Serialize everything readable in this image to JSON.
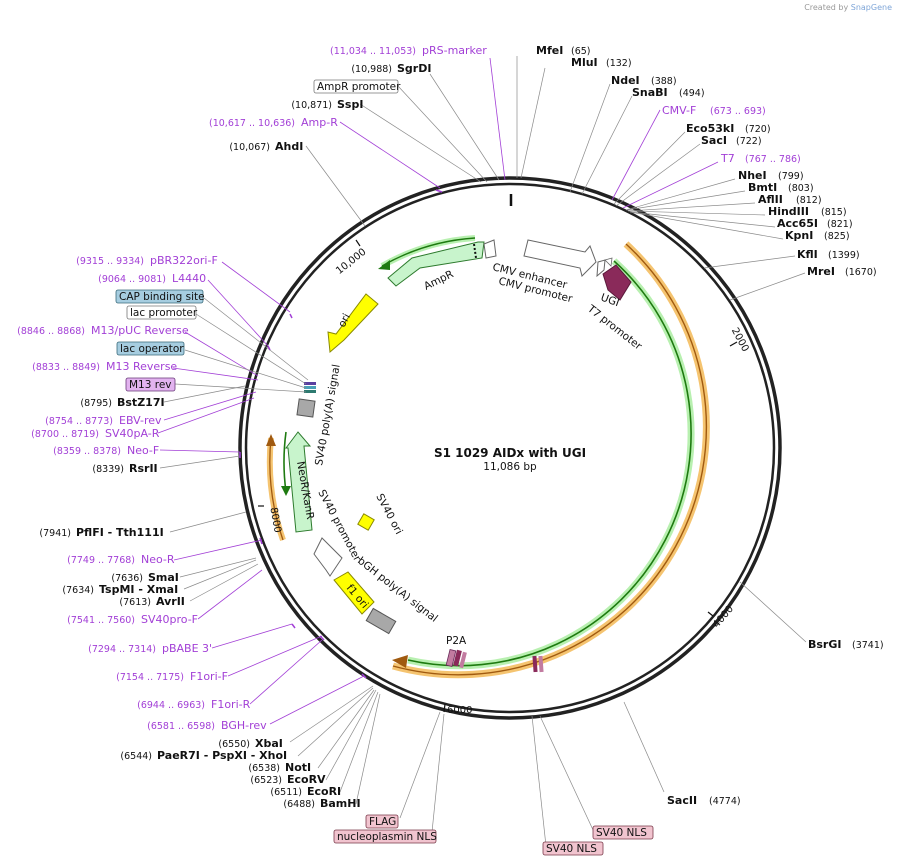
{
  "credit": {
    "prefix": "Created by",
    "brand": "SnapGene"
  },
  "plasmid": {
    "name": "S1 1029 AIDx with UGI",
    "length_label": "11,086 bp",
    "length": 11086
  },
  "ring_ticks": [
    "2000",
    "4000",
    "6000",
    "8000",
    "10,000"
  ],
  "features": [
    {
      "label": "CMV enhancer",
      "color": "#ffffff"
    },
    {
      "label": "CMV promoter",
      "color": "#ffffff"
    },
    {
      "label": "UGI",
      "color": "#8a2a5a"
    },
    {
      "label": "T7 promoter",
      "color": "#ffffff"
    },
    {
      "label": "AmpR",
      "color": "#c8f4cc"
    },
    {
      "label": "ori",
      "color": "#ffff00"
    },
    {
      "label": "SV40 poly(A) signal",
      "color": "#a8a8a8"
    },
    {
      "label": "NeoR/KanR",
      "color": "#c8f4cc"
    },
    {
      "label": "SV40 promoter",
      "color": "#ffffff"
    },
    {
      "label": "SV40 ori",
      "color": "#ffff00"
    },
    {
      "label": "f1 ori",
      "color": "#ffff00"
    },
    {
      "label": "bGH poly(A) signal",
      "color": "#a8a8a8"
    },
    {
      "label": "P2A",
      "color": "#c27ba0"
    }
  ],
  "sites_right": [
    {
      "name": "MfeI",
      "pos": "(65)"
    },
    {
      "name": "MluI",
      "pos": "(132)"
    },
    {
      "name": "NdeI",
      "pos": "(388)"
    },
    {
      "name": "SnaBI",
      "pos": "(494)"
    },
    {
      "name": "CMV-F",
      "pos": "(673 .. 693)",
      "primer": true
    },
    {
      "name": "Eco53kI",
      "pos": "(720)"
    },
    {
      "name": "SacI",
      "pos": "(722)"
    },
    {
      "name": "T7",
      "pos": "(767 .. 786)",
      "primer": true
    },
    {
      "name": "NheI",
      "pos": "(799)"
    },
    {
      "name": "BmtI",
      "pos": "(803)"
    },
    {
      "name": "AflII",
      "pos": "(812)"
    },
    {
      "name": "HindIII",
      "pos": "(815)"
    },
    {
      "name": "Acc65I",
      "pos": "(821)"
    },
    {
      "name": "KpnI",
      "pos": "(825)"
    },
    {
      "name": "KflI",
      "pos": "(1399)"
    },
    {
      "name": "MreI",
      "pos": "(1670)"
    },
    {
      "name": "BsrGI",
      "pos": "(3741)"
    },
    {
      "name": "SacII",
      "pos": "(4774)"
    }
  ],
  "sites_left": [
    {
      "name": "pRS-marker",
      "pos": "(11,034 .. 11,053)",
      "primer": true
    },
    {
      "name": "SgrDI",
      "pos": "(10,988)"
    },
    {
      "name": "AmpR promoter",
      "box": true
    },
    {
      "name": "SspI",
      "pos": "(10,871)"
    },
    {
      "name": "Amp-R",
      "pos": "(10,617 .. 10,636)",
      "primer": true
    },
    {
      "name": "AhdI",
      "pos": "(10,067)"
    },
    {
      "name": "pBR322ori-F",
      "pos": "(9315 .. 9334)",
      "primer": true
    },
    {
      "name": "L4440",
      "pos": "(9064 .. 9081)",
      "primer": true
    },
    {
      "name": "CAP binding site",
      "box": true
    },
    {
      "name": "lac promoter",
      "box": true
    },
    {
      "name": "M13/pUC Reverse",
      "pos": "(8846 .. 8868)",
      "primer": true
    },
    {
      "name": "lac operator",
      "box": true
    },
    {
      "name": "M13 Reverse",
      "pos": "(8833 .. 8849)",
      "primer": true
    },
    {
      "name": "M13 rev",
      "box": true
    },
    {
      "name": "BstZ17I",
      "pos": "(8795)"
    },
    {
      "name": "EBV-rev",
      "pos": "(8754 .. 8773)",
      "primer": true
    },
    {
      "name": "SV40pA-R",
      "pos": "(8700 .. 8719)",
      "primer": true
    },
    {
      "name": "Neo-F",
      "pos": "(8359 .. 8378)",
      "primer": true
    },
    {
      "name": "RsrII",
      "pos": "(8339)"
    },
    {
      "name": "PflFI - Tth111I",
      "pos": "(7941)"
    },
    {
      "name": "Neo-R",
      "pos": "(7749 .. 7768)",
      "primer": true
    },
    {
      "name": "SmaI",
      "pos": "(7636)"
    },
    {
      "name": "TspMI - XmaI",
      "pos": "(7634)"
    },
    {
      "name": "AvrII",
      "pos": "(7613)"
    },
    {
      "name": "SV40pro-F",
      "pos": "(7541 .. 7560)",
      "primer": true
    },
    {
      "name": "pBABE 3'",
      "pos": "(7294 .. 7314)",
      "primer": true
    },
    {
      "name": "F1ori-F",
      "pos": "(7154 .. 7175)",
      "primer": true
    },
    {
      "name": "F1ori-R",
      "pos": "(6944 .. 6963)",
      "primer": true
    },
    {
      "name": "BGH-rev",
      "pos": "(6581 .. 6598)",
      "primer": true
    },
    {
      "name": "XbaI",
      "pos": "(6550)"
    },
    {
      "name": "PaeR7I - PspXI - XhoI",
      "pos": "(6544)"
    },
    {
      "name": "NotI",
      "pos": "(6538)"
    },
    {
      "name": "EcoRV",
      "pos": "(6523)"
    },
    {
      "name": "EcoRI",
      "pos": "(6511)"
    },
    {
      "name": "BamHI",
      "pos": "(6488)"
    }
  ],
  "bottom_boxes": [
    {
      "name": "FLAG"
    },
    {
      "name": "nucleoplasmin NLS"
    },
    {
      "name": "SV40 NLS"
    },
    {
      "name": "SV40 NLS"
    }
  ]
}
